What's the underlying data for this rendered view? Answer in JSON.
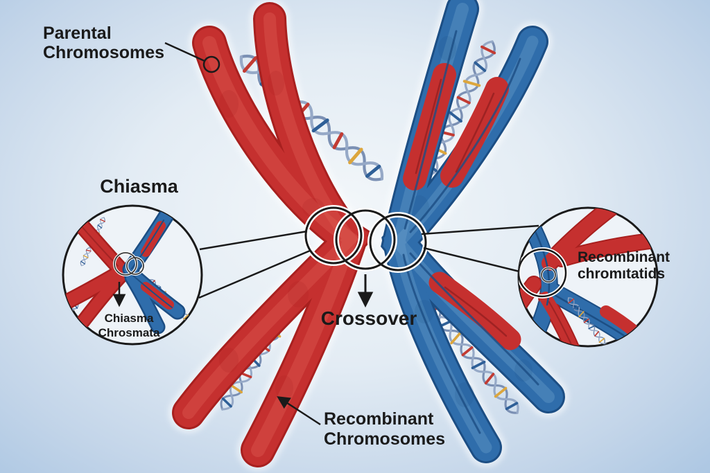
{
  "diagram": {
    "subject": "Chromosomal crossover during meiosis",
    "labels": {
      "parental": "Parental\nChromosomes",
      "chiasma_title": "Chiasma",
      "chiasma_inner": "Chiasma\nChrosmata",
      "crossover": "Crossover",
      "recombinant_chromatids": "Recombinant\nchromıtatids",
      "recombinant_chromosomes": "Recombinant\nChromosomes"
    }
  },
  "colors": {
    "bg_center": "#f3f7fa",
    "bg_edge": "#a3c1e0",
    "ink": "#1a1a1a",
    "inset_fill": "#eef3f8",
    "red_main": "#c5302f",
    "red_outline": "#a8201f",
    "red_light": "#df5f53",
    "red_dark_line": "#8e1d1e",
    "blue_main": "#2f6dab",
    "blue_outline": "#1c4e84",
    "blue_light": "#6fa3cf",
    "dna_backbone": "#7b90b4",
    "dna_backbone_alt": "#96a9c7",
    "rung_red": "#c23b33",
    "rung_blue": "#2e5f97",
    "rung_yellow": "#dca63d"
  }
}
